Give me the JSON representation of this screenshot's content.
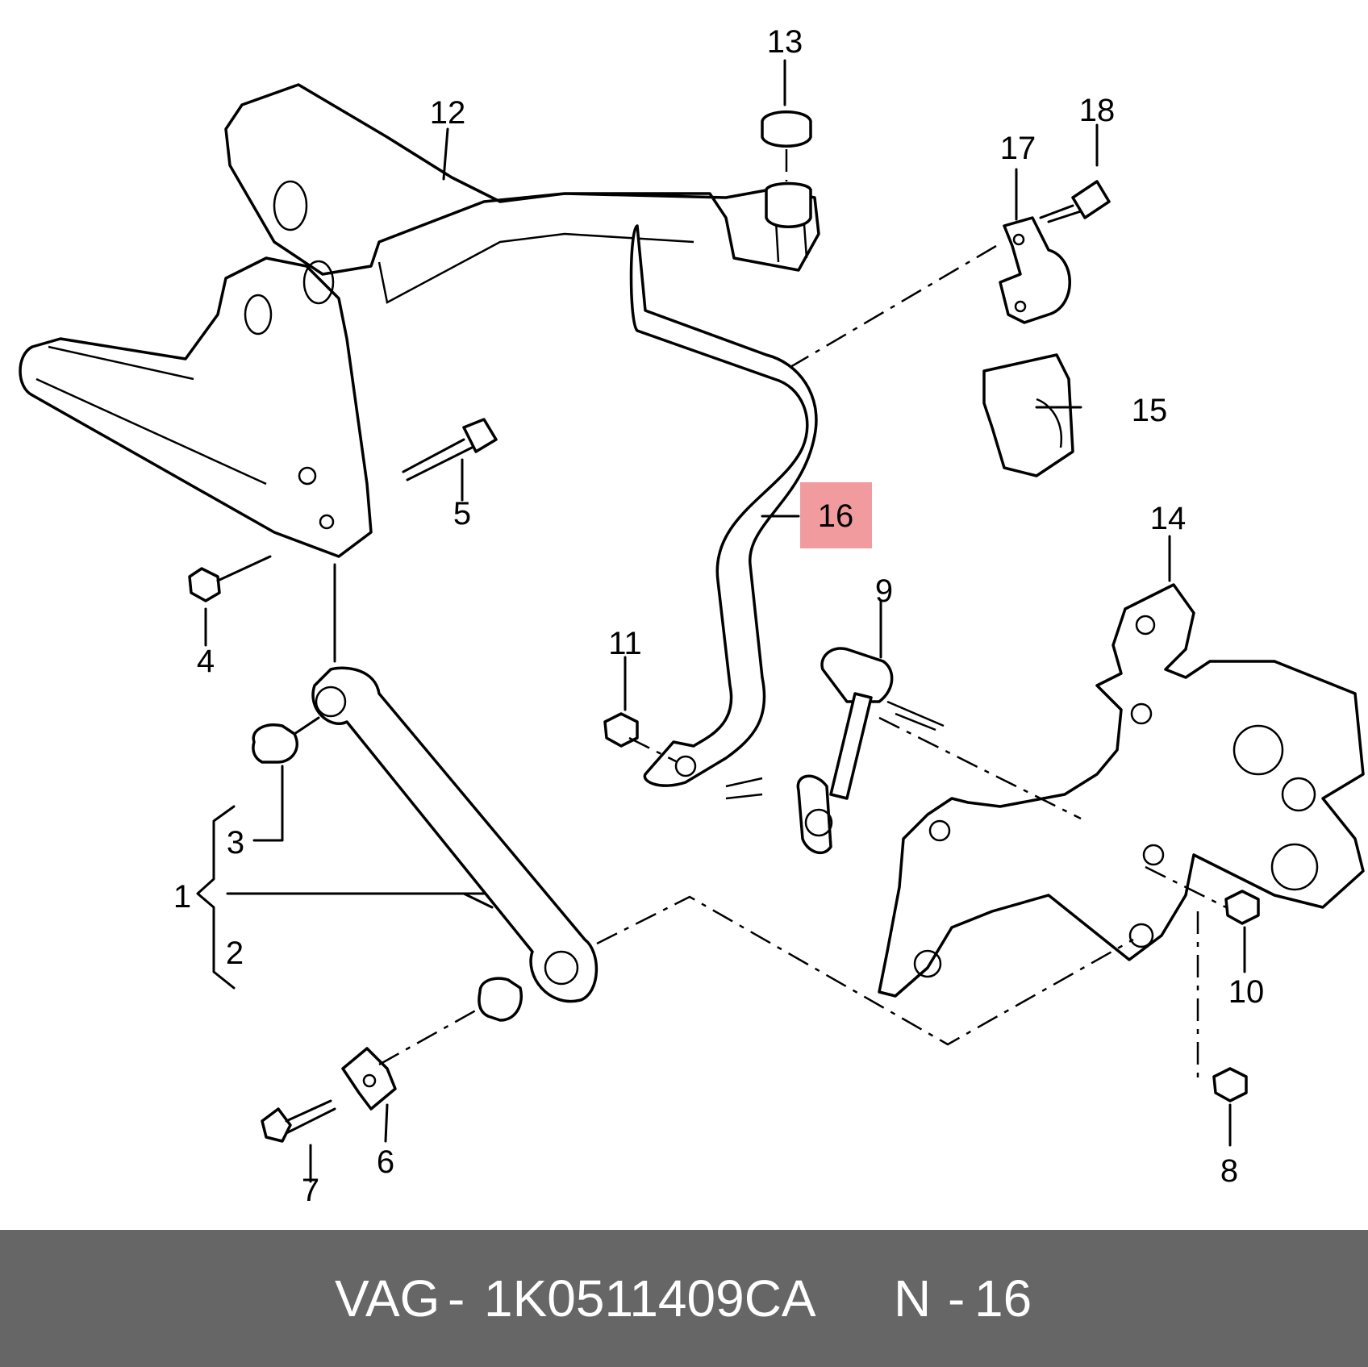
{
  "callouts": [
    {
      "id": "1",
      "label": "1"
    },
    {
      "id": "2",
      "label": "2"
    },
    {
      "id": "3",
      "label": "3"
    },
    {
      "id": "4",
      "label": "4"
    },
    {
      "id": "5",
      "label": "5"
    },
    {
      "id": "6",
      "label": "6"
    },
    {
      "id": "7",
      "label": "7"
    },
    {
      "id": "8",
      "label": "8"
    },
    {
      "id": "9",
      "label": "9"
    },
    {
      "id": "10",
      "label": "10"
    },
    {
      "id": "11",
      "label": "11"
    },
    {
      "id": "12",
      "label": "12"
    },
    {
      "id": "13",
      "label": "13"
    },
    {
      "id": "14",
      "label": "14"
    },
    {
      "id": "15",
      "label": "15"
    },
    {
      "id": "16",
      "label": "16"
    },
    {
      "id": "17",
      "label": "17"
    },
    {
      "id": "18",
      "label": "18"
    }
  ],
  "highlighted_callout": "16",
  "highlight_color": "#f29b9e",
  "footer": {
    "brand": "VAG",
    "separator": "-",
    "part_number": "1K0511409CA",
    "position_label": "N",
    "position_separator": "-",
    "position_number": "16",
    "background_color": "#666666",
    "text_color": "#ffffff"
  }
}
